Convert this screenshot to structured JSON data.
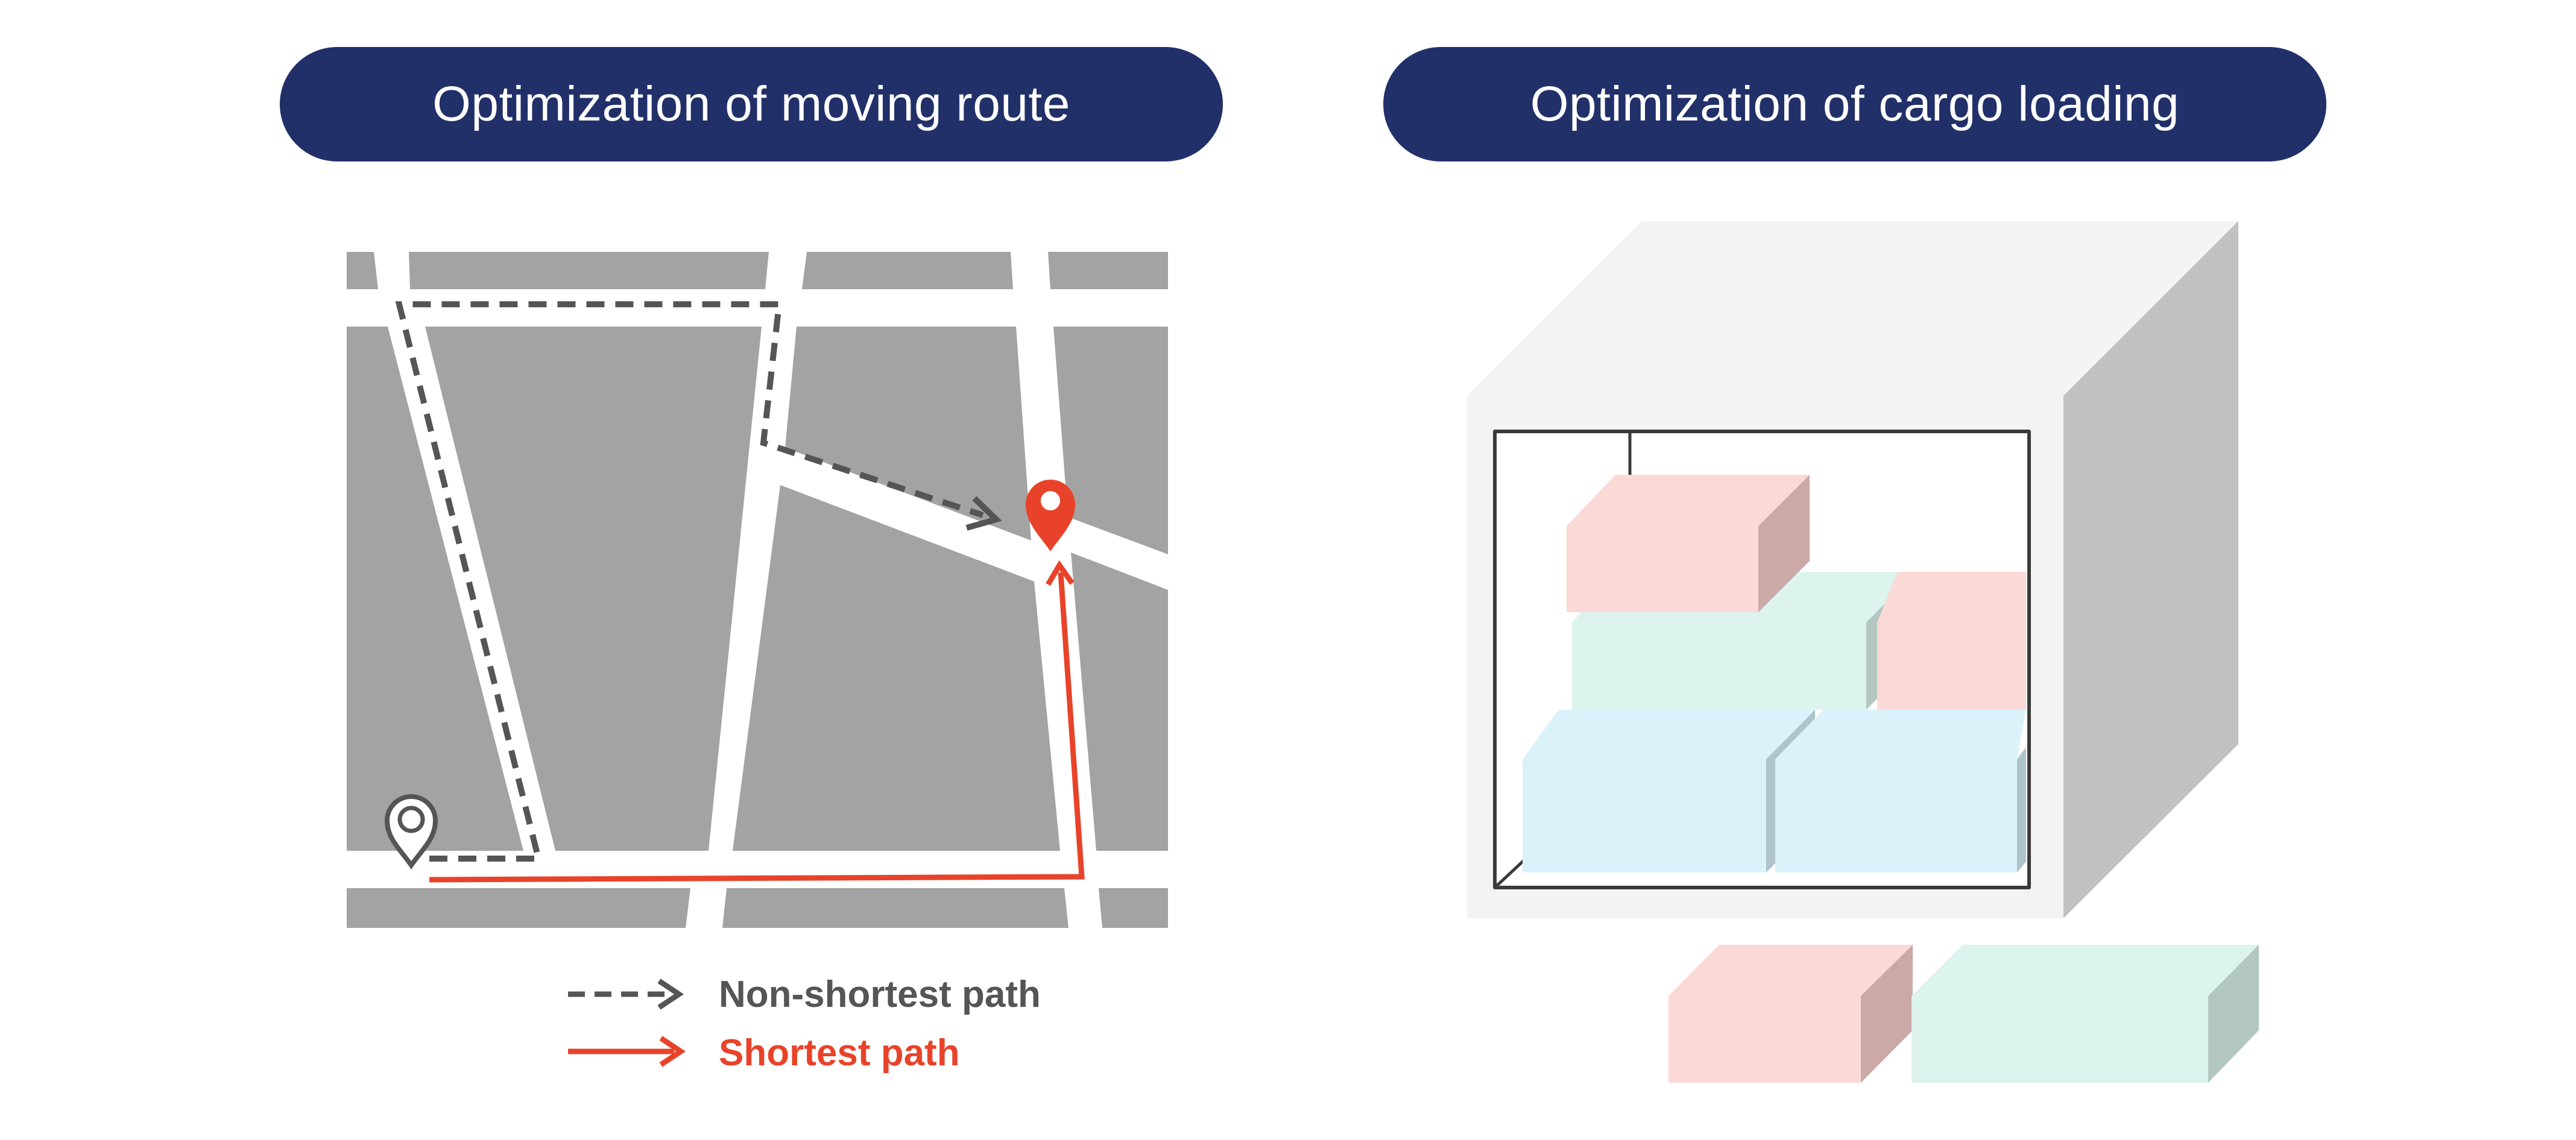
{
  "left_panel": {
    "title": "Optimization of moving route"
  },
  "right_panel": {
    "title": "Optimization of cargo loading"
  },
  "legend": {
    "non_shortest_label": "Non-shortest path",
    "shortest_label": "Shortest path"
  },
  "colors": {
    "pill_bg": "#22306a",
    "map_block": "#a3a3a3",
    "non_shortest": "#555555",
    "shortest": "#e8432a",
    "pink_box": "#fbd9d6",
    "pink_side": "#caa9a6",
    "green_box": "#ddf3ee",
    "green_side": "#b2c7c2",
    "blue_box": "#dcf2fb",
    "blue_side": "#aec3cb",
    "container_front": "#f3f3f3",
    "container_side": "#c1c1c1",
    "outline": "#3a3a3a"
  }
}
